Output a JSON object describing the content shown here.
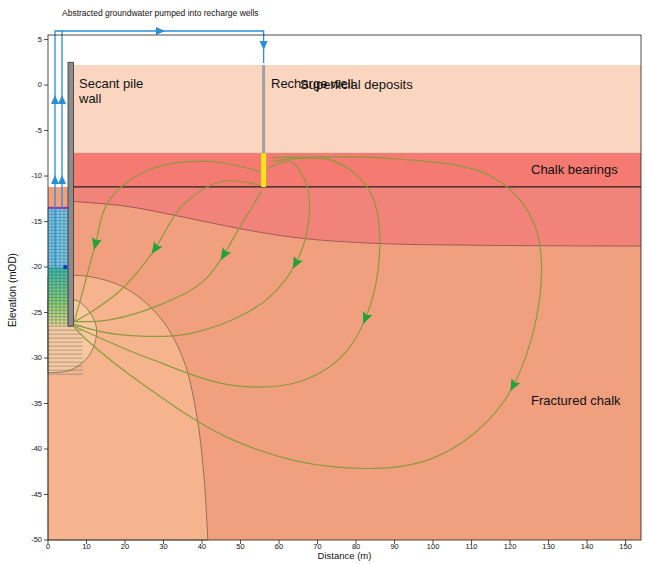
{
  "diagram": {
    "nodes": [
      {
        "text": [
          "Superficial deposits"
        ]
      },
      {
        "text": [
          "Chalk bearings"
        ]
      },
      {
        "text": [
          "Fractured chalk"
        ]
      }
    ],
    "labels": [
      "Abstracted groundwater pumped into recharge wells",
      "Secant pile wall",
      "Recharge well",
      "Elevation (mOD)",
      "Distance (m)",
      "5",
      "0",
      "-5",
      "-10",
      "-15",
      "-20",
      "-25",
      "-30",
      "-35",
      "-40",
      "-45",
      "-50",
      "0",
      "10",
      "20",
      "30",
      "40",
      "50",
      "60",
      "70",
      "80",
      "90",
      "100",
      "110",
      "120",
      "130",
      "140",
      "150"
    ]
  }
}
